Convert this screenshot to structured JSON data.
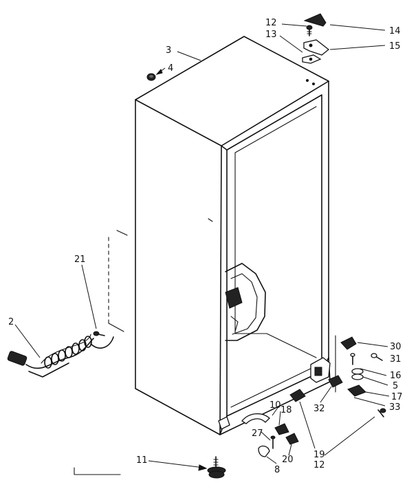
{
  "diagram": {
    "callouts": [
      {
        "id": "c2",
        "text": "2"
      },
      {
        "id": "c3",
        "text": "3"
      },
      {
        "id": "c4",
        "text": "4"
      },
      {
        "id": "c5",
        "text": "5"
      },
      {
        "id": "c8",
        "text": "8"
      },
      {
        "id": "c10",
        "text": "10"
      },
      {
        "id": "c11",
        "text": "11"
      },
      {
        "id": "c12a",
        "text": "12"
      },
      {
        "id": "c12b",
        "text": "12"
      },
      {
        "id": "c13",
        "text": "13"
      },
      {
        "id": "c14",
        "text": "14"
      },
      {
        "id": "c15",
        "text": "15"
      },
      {
        "id": "c16",
        "text": "16"
      },
      {
        "id": "c17",
        "text": "17"
      },
      {
        "id": "c18",
        "text": "18"
      },
      {
        "id": "c19",
        "text": "19"
      },
      {
        "id": "c20",
        "text": "20"
      },
      {
        "id": "c21",
        "text": "21"
      },
      {
        "id": "c27",
        "text": "27"
      },
      {
        "id": "c30",
        "text": "30"
      },
      {
        "id": "c31",
        "text": "31"
      },
      {
        "id": "c32",
        "text": "32"
      },
      {
        "id": "c33",
        "text": "33"
      }
    ]
  }
}
